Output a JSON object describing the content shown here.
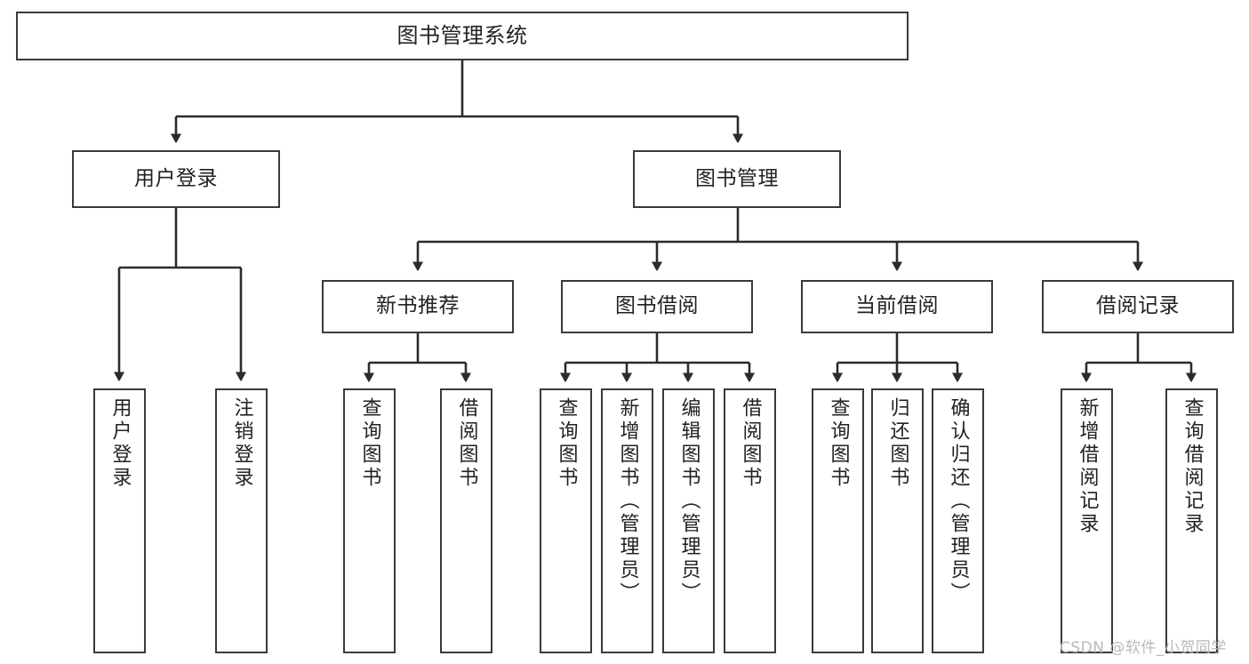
{
  "diagram": {
    "title": "图书管理系统",
    "type": "功能结构图",
    "style": {
      "box_border": "#3a3a3a",
      "box_fill": "#ffffff",
      "line": "#2b2b2b",
      "text": "#222222",
      "background": "#ffffff",
      "watermark_color": "#b9b9b9"
    },
    "root": {
      "label": "图书管理系统"
    },
    "level2": [
      {
        "label": "用户登录"
      },
      {
        "label": "图书管理"
      }
    ],
    "level3": [
      {
        "label": "新书推荐"
      },
      {
        "label": "图书借阅"
      },
      {
        "label": "当前借阅"
      },
      {
        "label": "借阅记录"
      }
    ],
    "leaves": {
      "user_login": [
        {
          "label": "用户登录"
        },
        {
          "label": "注销登录"
        }
      ],
      "new_book_recommend": [
        {
          "label": "查询图书"
        },
        {
          "label": "借阅图书"
        }
      ],
      "book_borrow": [
        {
          "label": "查询图书"
        },
        {
          "label": "新增图书（管理员）"
        },
        {
          "label": "编辑图书（管理员）"
        },
        {
          "label": "借阅图书"
        }
      ],
      "current_borrow": [
        {
          "label": "查询图书"
        },
        {
          "label": "归还图书"
        },
        {
          "label": "确认归还（管理员）"
        }
      ],
      "borrow_record": [
        {
          "label": "新增借阅记录"
        },
        {
          "label": "查询借阅记录"
        }
      ]
    }
  },
  "watermark": {
    "text": "CSDN @软件_小贺同学"
  }
}
